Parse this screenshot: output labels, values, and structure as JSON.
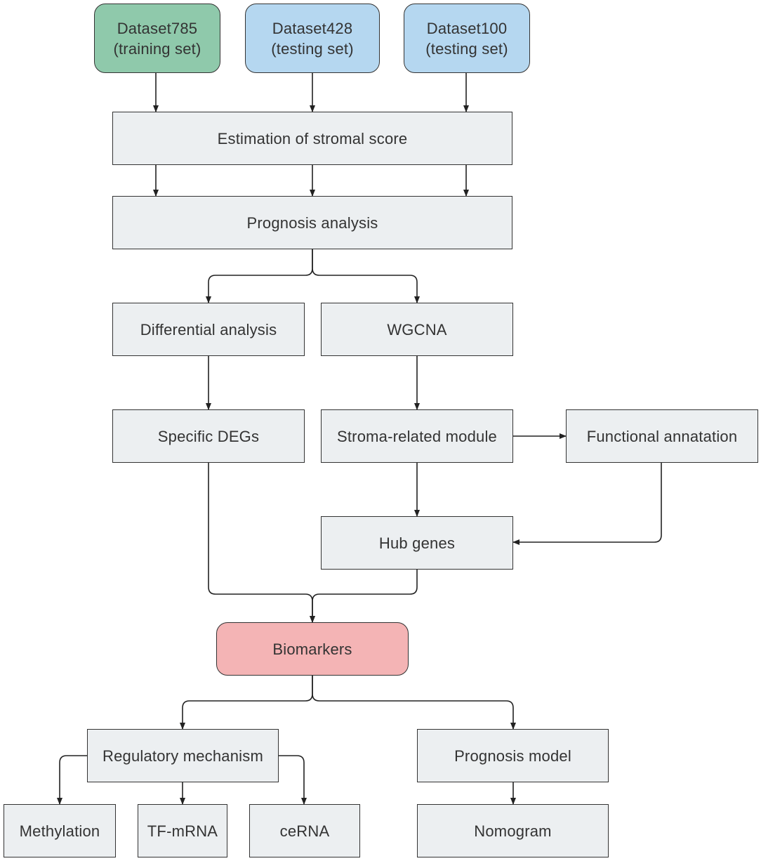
{
  "nodes": {
    "dataset785": {
      "label": "Dataset785\n(training set)",
      "fill": "#8fc9ab"
    },
    "dataset428": {
      "label": "Dataset428\n(testing set)",
      "fill": "#b5d7f0"
    },
    "dataset100": {
      "label": "Dataset100\n(testing set)",
      "fill": "#b5d7f0"
    },
    "stromal_score": {
      "label": "Estimation of stromal score"
    },
    "prognosis_analysis": {
      "label": "Prognosis analysis"
    },
    "differential_analysis": {
      "label": "Differential analysis"
    },
    "wgcna": {
      "label": "WGCNA"
    },
    "specific_degs": {
      "label": "Specific DEGs"
    },
    "stroma_module": {
      "label": "Stroma-related module"
    },
    "functional_annotation": {
      "label": "Functional annatation"
    },
    "hub_genes": {
      "label": "Hub genes"
    },
    "biomarkers": {
      "label": "Biomarkers",
      "fill": "#f4b4b5"
    },
    "regulatory_mechanism": {
      "label": "Regulatory mechanism"
    },
    "prognosis_model": {
      "label": "Prognosis model"
    },
    "methylation": {
      "label": "Methylation"
    },
    "tf_mrna": {
      "label": "TF-mRNA"
    },
    "cerna": {
      "label": "ceRNA"
    },
    "nomogram": {
      "label": "Nomogram"
    }
  },
  "colors": {
    "default_fill": "#eceff1",
    "stroke": "#333333"
  }
}
